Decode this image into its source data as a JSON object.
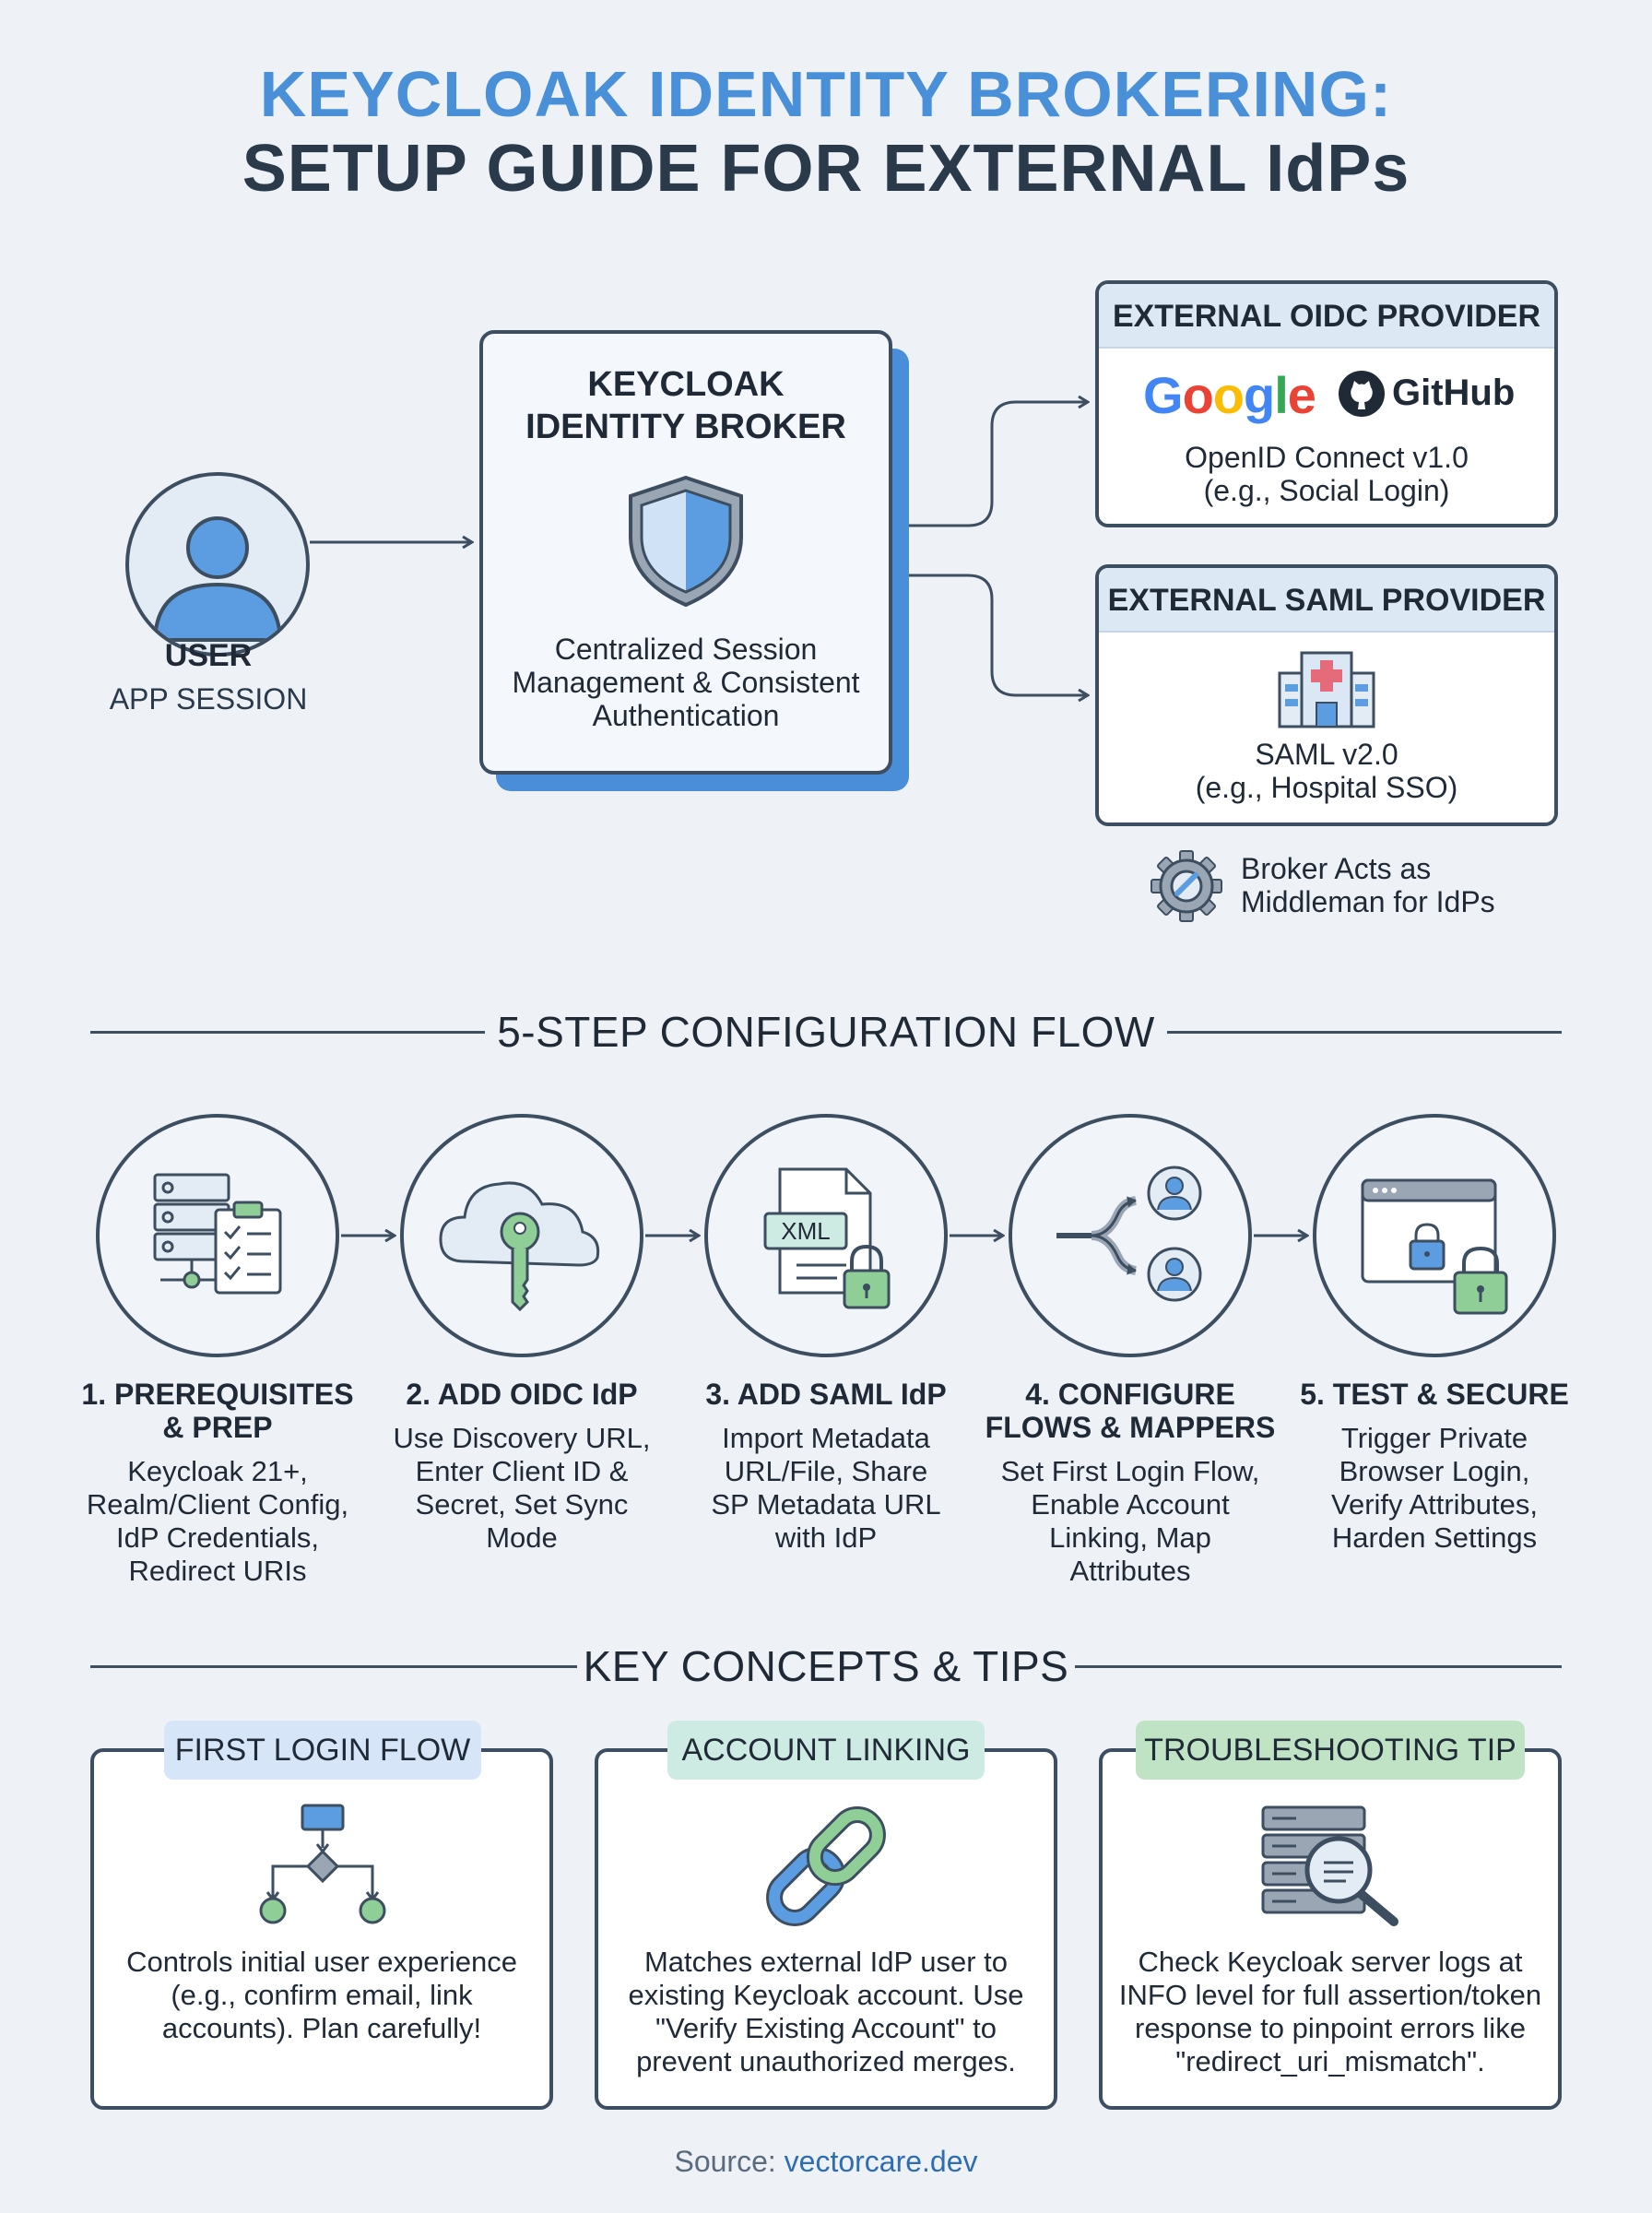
{
  "title": {
    "line1": "KEYCLOAK IDENTITY BROKERING:",
    "line2": "SETUP GUIDE FOR EXTERNAL IdPs"
  },
  "user": {
    "label": "USER",
    "sublabel": "APP SESSION"
  },
  "broker": {
    "title_line1": "KEYCLOAK",
    "title_line2": "IDENTITY BROKER",
    "desc_line1": "Centralized Session",
    "desc_line2": "Management & Consistent",
    "desc_line3": "Authentication"
  },
  "oidc_provider": {
    "header": "EXTERNAL OIDC PROVIDER",
    "logo_google": "Google",
    "logo_github": "GitHub",
    "desc_line1": "OpenID Connect v1.0",
    "desc_line2": "(e.g., Social Login)"
  },
  "saml_provider": {
    "header": "EXTERNAL SAML PROVIDER",
    "desc_line1": "SAML v2.0",
    "desc_line2": "(e.g., Hospital SSO)"
  },
  "broker_note": {
    "line1": "Broker Acts as",
    "line2": "Middleman for IdPs"
  },
  "flow_section": {
    "title": "5-STEP CONFIGURATION FLOW",
    "steps": [
      {
        "title_lines": [
          "1. PREREQUISITES",
          "& PREP"
        ],
        "desc_lines": [
          "Keycloak 21+,",
          "Realm/Client Config,",
          "IdP Credentials,",
          "Redirect URIs"
        ]
      },
      {
        "title_lines": [
          "2. ADD OIDC IdP"
        ],
        "desc_lines": [
          "Use Discovery URL,",
          "Enter Client ID &",
          "Secret, Set Sync",
          "Mode"
        ]
      },
      {
        "title_lines": [
          "3. ADD SAML IdP"
        ],
        "desc_lines": [
          "Import Metadata",
          "URL/File, Share",
          "SP Metadata URL",
          "with IdP"
        ]
      },
      {
        "title_lines": [
          "4. CONFIGURE",
          "FLOWS & MAPPERS"
        ],
        "desc_lines": [
          "Set First Login Flow,",
          "Enable Account",
          "Linking, Map",
          "Attributes"
        ]
      },
      {
        "title_lines": [
          "5. TEST & SECURE"
        ],
        "desc_lines": [
          "Trigger Private",
          "Browser Login,",
          "Verify Attributes,",
          "Harden Settings"
        ]
      }
    ],
    "xml_label": "XML"
  },
  "tips_section": {
    "title": "KEY CONCEPTS & TIPS",
    "cards": [
      {
        "tag": "FIRST LOGIN FLOW",
        "tag_color": "#d6e5f8",
        "text_lines": [
          "Controls initial user experience",
          "(e.g., confirm email, link",
          "accounts). Plan carefully!"
        ]
      },
      {
        "tag": "ACCOUNT LINKING",
        "tag_color": "#cdeae3",
        "text_lines": [
          "Matches external IdP user to",
          "existing Keycloak account. Use",
          "\"Verify Existing Account\" to",
          "prevent unauthorized merges."
        ]
      },
      {
        "tag": "TROUBLESHOOTING TIP",
        "tag_color": "#bfe3c4",
        "text_lines": [
          "Check Keycloak server logs at",
          "INFO level for full assertion/token",
          "response to pinpoint errors like",
          "\"redirect_uri_mismatch\"."
        ]
      }
    ]
  },
  "source": {
    "prefix": "Source: ",
    "link": "vectorcare.dev"
  },
  "colors": {
    "title_accent": "#4a90d9",
    "title_dark": "#2a3a4b",
    "broker_shadow": "#4a8dd8",
    "icon_green": "#8fce96",
    "icon_blue": "#5b9de0",
    "outline": "#3d4e60"
  },
  "icons": {
    "user": "user-avatar-icon",
    "broker": "shield-icon",
    "saml": "hospital-icon",
    "note": "gear-icon",
    "step1": "server-checklist-icon",
    "step2": "cloud-key-icon",
    "step3": "xml-lock-icon",
    "step4": "branch-users-icon",
    "step5": "browser-lock-icon",
    "tip1": "flowchart-icon",
    "tip2": "chain-link-icon",
    "tip3": "server-search-icon"
  }
}
